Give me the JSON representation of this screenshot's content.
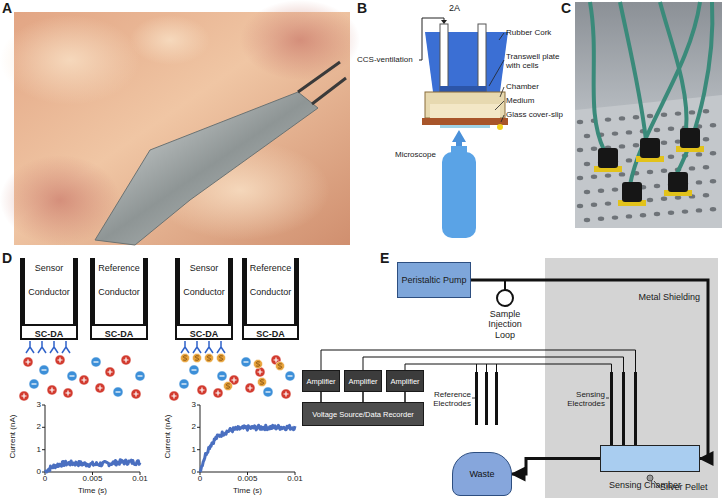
{
  "diagram": {
    "nodes": [
      {
        "text": [
          "Sensor",
          "Conductor"
        ]
      },
      {
        "text": [
          "SC-DA"
        ],
        "in": 0
      },
      {
        "text": [
          "Reference",
          "Conductor"
        ]
      },
      {
        "text": [
          "SC-DA"
        ],
        "in": 2
      },
      {
        "text": [
          "Sensor",
          "Conductor"
        ]
      },
      {
        "text": [
          "SC-DA"
        ],
        "in": 4
      },
      {
        "text": [
          "Reference",
          "Conductor"
        ]
      },
      {
        "text": [
          "SC-DA"
        ],
        "in": 6
      },
      {
        "text": [
          "Peristaltic Pump"
        ]
      },
      {
        "text": [
          "Metal Shielding"
        ]
      },
      {
        "text": [
          "Amplifier"
        ]
      },
      {
        "text": [
          "Amplifier"
        ]
      },
      {
        "text": [
          "Amplifier"
        ]
      },
      {
        "text": [
          "Voltage Source/Data Recorder"
        ]
      },
      {
        "text": [
          "Sensing Chamber"
        ],
        "in": 9
      },
      {
        "text": [
          "Waste"
        ]
      }
    ],
    "edges": [
      {
        "from": 8,
        "to": 14,
        "arrow": "to"
      },
      {
        "from": 14,
        "to": 15,
        "arrow": "to"
      },
      {
        "from": 10,
        "to": 13,
        "arrow": "none"
      },
      {
        "from": 11,
        "to": 13,
        "arrow": "none"
      },
      {
        "from": 12,
        "to": 13,
        "arrow": "none"
      }
    ],
    "labels": [
      "A",
      "B",
      "2A",
      "Rubber Cork",
      "CCS-ventilation",
      "Transwell plate with cells",
      "Chamber",
      "Medium",
      "Glass cover-slip",
      "Microscope",
      "C",
      "D",
      "3",
      "2",
      "1",
      "0",
      "0",
      "0.005",
      "0.01",
      "Current (nA)",
      "Time (s)",
      "3",
      "2",
      "1",
      "0",
      "0",
      "0.005",
      "0.01",
      "Current (nA)",
      "Time (s)",
      "E",
      "Sample Injection Loop",
      "Reference Electrodes",
      "Sensing Electrodes",
      "Silver Pellet"
    ]
  }
}
